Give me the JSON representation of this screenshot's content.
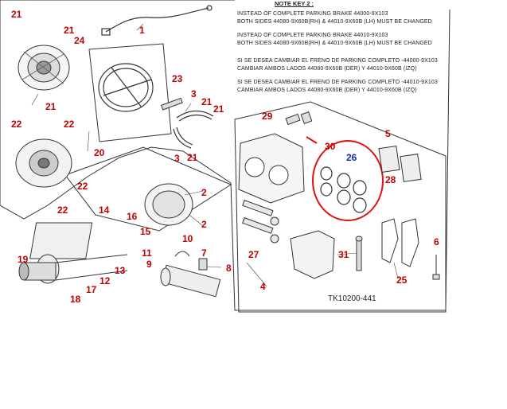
{
  "note_key_title": "NOTE KEY 2 :",
  "notes": [
    "INSTEAD OF COMPLETE PARKING BRAKE 44000-9X103",
    "BOTH SIDES 44080-9X60B(RH) & 44010-9X60B (LH) MUST BE CHANGED",
    "INSTEAD OF COMPLETE PARKING BRAKE 44010-9X103",
    "BOTH SIDES 44080-9X60B(RH) & 44010-9X60B (LH) MUST BE CHANGED",
    "SI SE DESEA CAMBIAR EL FRENO DE PARKING COMPLETO -44000-9X103",
    "CAMBIAR AMBOS LADOS 44080-9X60B (DER) Y 44010-9X60B (IZQ)",
    "SI SE DESEA CAMBIAR EL FRENO DE PARKING COMPLETO -44010-9X103",
    "CAMBIAR AMBOS LADOS 44080-9X60B (DER) Y 44010-9X60B (IZQ)"
  ],
  "reference_code": "TK10200-441",
  "callouts": [
    {
      "label": "21",
      "color": "#c00000"
    },
    {
      "label": "21",
      "color": "#c00000"
    },
    {
      "label": "24",
      "color": "#c00000"
    },
    {
      "label": "21",
      "color": "#c00000"
    },
    {
      "label": "1",
      "color": "#c00000"
    },
    {
      "label": "23",
      "color": "#c00000"
    },
    {
      "label": "3",
      "color": "#c00000"
    },
    {
      "label": "21",
      "color": "#c00000"
    },
    {
      "label": "21",
      "color": "#c00000"
    },
    {
      "label": "22",
      "color": "#c00000"
    },
    {
      "label": "22",
      "color": "#c00000"
    },
    {
      "label": "22",
      "color": "#c00000"
    },
    {
      "label": "22",
      "color": "#c00000"
    },
    {
      "label": "20",
      "color": "#c00000"
    },
    {
      "label": "3",
      "color": "#c00000"
    },
    {
      "label": "21",
      "color": "#c00000"
    },
    {
      "label": "2",
      "color": "#c00000"
    },
    {
      "label": "29",
      "color": "#c00000"
    },
    {
      "label": "30",
      "color": "#c00000"
    },
    {
      "label": "26",
      "color": "#1a2aa8"
    },
    {
      "label": "5",
      "color": "#c00000"
    },
    {
      "label": "28",
      "color": "#c00000"
    },
    {
      "label": "14",
      "color": "#c00000"
    },
    {
      "label": "16",
      "color": "#c00000"
    },
    {
      "label": "15",
      "color": "#c00000"
    },
    {
      "label": "2",
      "color": "#c00000"
    },
    {
      "label": "10",
      "color": "#c00000"
    },
    {
      "label": "11",
      "color": "#c00000"
    },
    {
      "label": "19",
      "color": "#c00000"
    },
    {
      "label": "13",
      "color": "#c00000"
    },
    {
      "label": "12",
      "color": "#c00000"
    },
    {
      "label": "17",
      "color": "#c00000"
    },
    {
      "label": "18",
      "color": "#c00000"
    },
    {
      "label": "9",
      "color": "#c00000"
    },
    {
      "label": "7",
      "color": "#c00000"
    },
    {
      "label": "8",
      "color": "#c00000"
    },
    {
      "label": "27",
      "color": "#c00000"
    },
    {
      "label": "31",
      "color": "#c00000"
    },
    {
      "label": "6",
      "color": "#c00000"
    },
    {
      "label": "25",
      "color": "#c00000"
    },
    {
      "label": "4",
      "color": "#c00000"
    }
  ]
}
